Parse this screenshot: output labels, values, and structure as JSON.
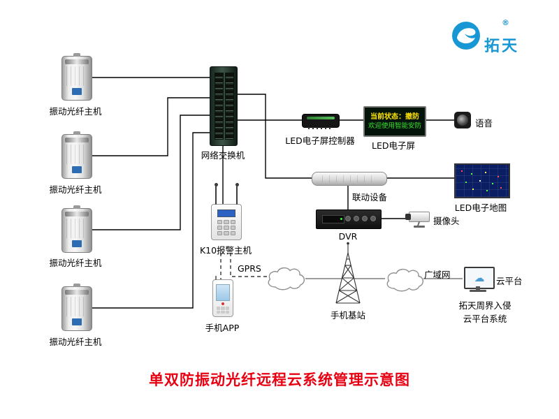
{
  "header": {
    "brand": "拓天",
    "registered_mark": "®"
  },
  "title": "单双防振动光纤远程云系统管理示意图",
  "nodes": {
    "host1": "振动光纤主机",
    "host2": "振动光纤主机",
    "host3": "振动光纤主机",
    "host4": "振动光纤主机",
    "switch": "网络交换机",
    "led_controller": "LED电子屏控制器",
    "led_screen": "LED电子屏",
    "voice": "语音",
    "linkage": "联动设备",
    "led_map": "LED电子地图",
    "dvr": "DVR",
    "camera": "摄像头",
    "k10": "K10报警主机",
    "gprs": "GPRS",
    "app": "手机APP",
    "base_station": "手机基站",
    "wan": "广域网",
    "cloud_platform": "云平台",
    "platform_line1": "拓天周界入侵",
    "platform_line2": "云平台系统"
  },
  "led_display": {
    "line1": "当前状态：撤防",
    "line2": "欢迎使用智能安防"
  },
  "icons": {
    "cloud_glyph": "☁"
  },
  "colors": {
    "title_red": "#e60012",
    "brand_blue": "#1797d3",
    "led_status_yellow": "#ffe400",
    "led_welcome_green": "#35e02a"
  }
}
